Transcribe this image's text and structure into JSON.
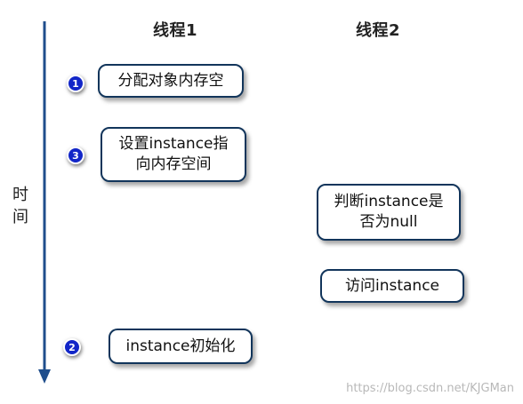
{
  "columns": {
    "thread1": "线程1",
    "thread2": "线程2"
  },
  "axis": {
    "label_line1": "时",
    "label_line2": "间",
    "color": "#1f4e8c"
  },
  "boxes": {
    "allocate": "分配对象内存空",
    "set_instance_line1": "设置instance指",
    "set_instance_line2": "向内存空间",
    "check_null_line1": "判断instance是",
    "check_null_line2": "否为null",
    "access": "访问instance",
    "init": "instance初始化"
  },
  "badges": {
    "step1": "1",
    "step2": "2",
    "step3": "3"
  },
  "watermark": "https://blog.csdn.net/KJGMan",
  "colors": {
    "box_border": "#12355b",
    "badge_fill": "#1226c8"
  }
}
